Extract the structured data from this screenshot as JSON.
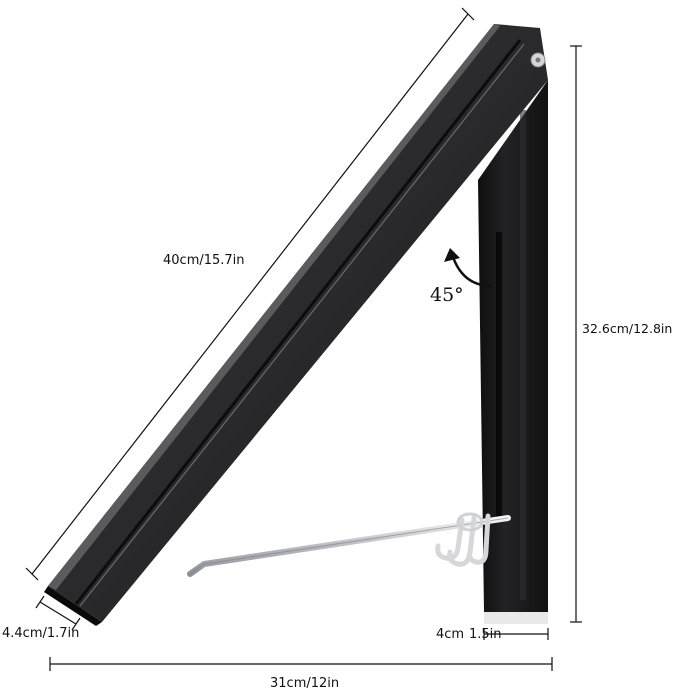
{
  "product": {
    "name": "foldable wall-mounted clothes drying rack",
    "colors": {
      "body": "#1f1f21",
      "highlight": "#6a6a6d",
      "rod": "#c9ccd0",
      "cap": "#e9e9ea"
    },
    "icons": [
      "screw-icon",
      "rotate-arrow-icon",
      "hook-icon"
    ]
  },
  "dimensions": {
    "arm_length": "40cm/15.7in",
    "height": "32.6cm/12.8in",
    "arm_width": "4.4cm/1.7in",
    "base_width_cm": "4cm",
    "base_width_in": "1.5in",
    "total_width": "31cm/12in"
  },
  "fold_angle": "45°"
}
